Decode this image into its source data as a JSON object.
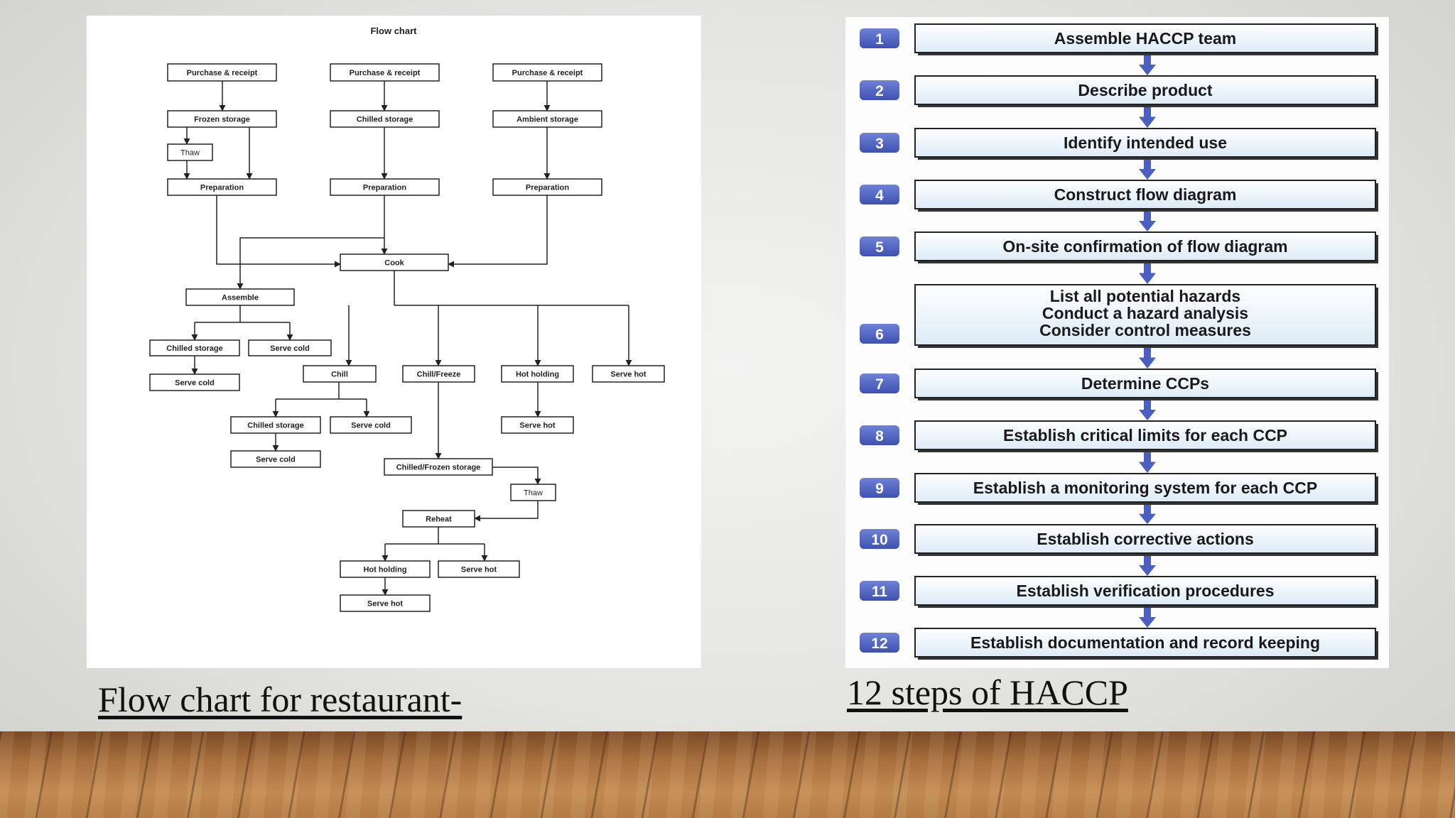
{
  "flowchart": {
    "title": "Flow chart",
    "labels": {
      "p1": "Purchase & receipt",
      "p2": "Purchase & receipt",
      "p3": "Purchase & receipt",
      "frozen": "Frozen storage",
      "chilled": "Chilled storage",
      "ambient": "Ambient storage",
      "thaw1": "Thaw",
      "prep1": "Preparation",
      "prep2": "Preparation",
      "prep3": "Preparation",
      "cook": "Cook",
      "assemble": "Assemble",
      "cs1": "Chilled storage",
      "sc1": "Serve cold",
      "sc2": "Serve cold",
      "chill": "Chill",
      "chillfreeze": "Chill/Freeze",
      "hothold1": "Hot holding",
      "servehot1": "Serve hot",
      "cs2": "Chilled storage",
      "sc3": "Serve cold",
      "sc4": "Serve cold",
      "servehot2": "Serve hot",
      "cfs": "Chilled/Frozen storage",
      "thaw2": "Thaw",
      "reheat": "Reheat",
      "hothold2": "Hot holding",
      "servehot3": "Serve hot",
      "servehot4": "Serve hot"
    }
  },
  "haccp": {
    "steps": [
      {
        "num": "1",
        "text": "Assemble HACCP team"
      },
      {
        "num": "2",
        "text": "Describe product"
      },
      {
        "num": "3",
        "text": "Identify intended use"
      },
      {
        "num": "4",
        "text": "Construct flow diagram"
      },
      {
        "num": "5",
        "text": "On-site confirmation of flow diagram"
      },
      {
        "num": "6",
        "lines": [
          "List all potential hazards",
          "Conduct a hazard analysis",
          "Consider control measures"
        ]
      },
      {
        "num": "7",
        "text": "Determine CCPs"
      },
      {
        "num": "8",
        "text": "Establish critical limits for each CCP"
      },
      {
        "num": "9",
        "text": "Establish a monitoring system for each CCP"
      },
      {
        "num": "10",
        "text": "Establish corrective actions"
      },
      {
        "num": "11",
        "text": "Establish verification procedures"
      },
      {
        "num": "12",
        "text": "Establish documentation and record keeping"
      }
    ]
  },
  "captions": {
    "left": "Flow chart for restaurant-",
    "right": "12 steps of HACCP"
  },
  "colors": {
    "badge": "#4a5fc1",
    "arrow": "#4a5fc1",
    "box_fill_top": "#ffffff",
    "box_fill_bottom": "#dcebf7"
  }
}
